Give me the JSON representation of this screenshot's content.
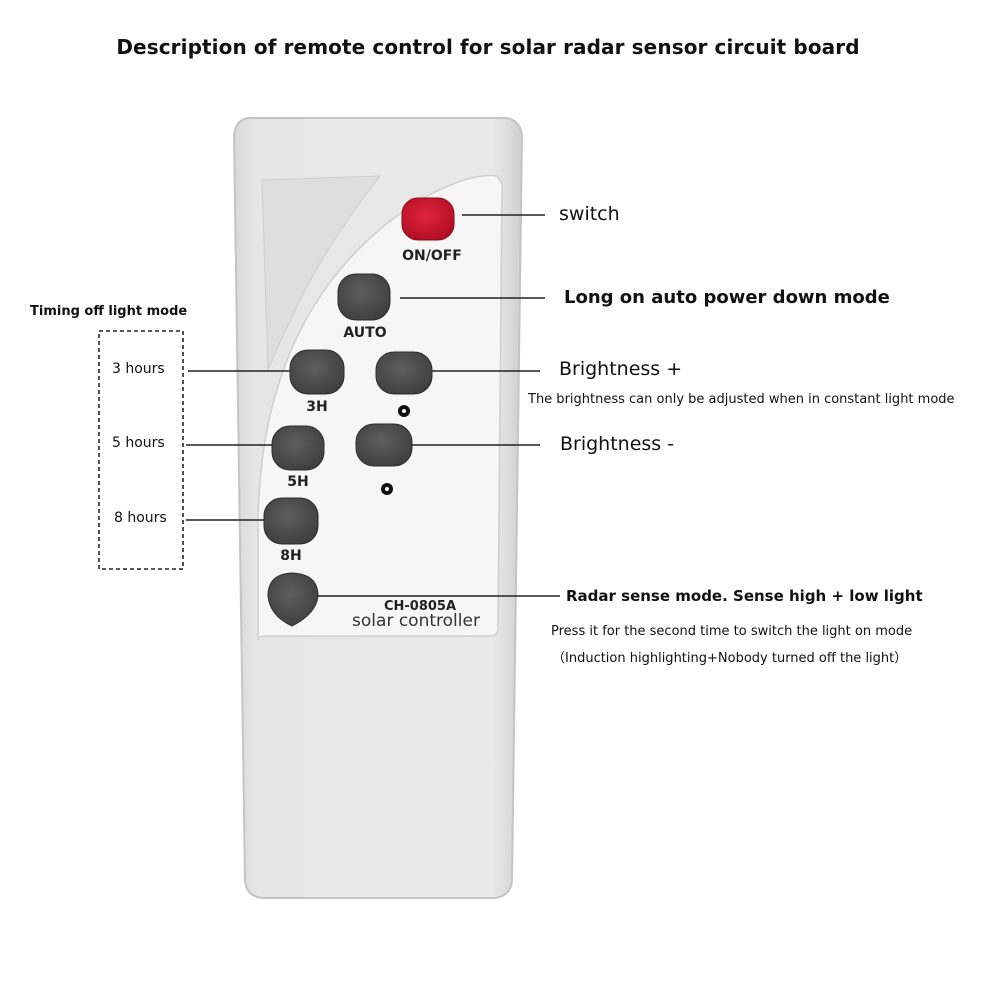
{
  "title": "Description of remote control for solar radar sensor circuit board",
  "remote": {
    "buttons": {
      "onoff": "ON/OFF",
      "auto": "AUTO",
      "h3": "3H",
      "h5": "5H",
      "h8": "8H"
    },
    "model": "CH-0805A",
    "brand": "solar controller"
  },
  "annotations": {
    "switch": "switch",
    "auto_mode": "Long on auto power down mode",
    "timing_title": "Timing off light mode",
    "hours3": "3 hours",
    "hours5": "5 hours",
    "hours8": "8 hours",
    "brightness_plus": "Brightness +",
    "brightness_note": "The brightness can only be adjusted when in constant light mode",
    "brightness_minus": "Brightness -",
    "radar_mode": "Radar sense mode. Sense high + low light",
    "radar_note1": "Press it for the second time to switch the light on mode",
    "radar_note2": "（Induction highlighting+Nobody turned off the light）"
  },
  "colors": {
    "remote_body": "#e4e4e4",
    "face_panel": "#f7f7f7",
    "button_gray": "#4d4d4d",
    "button_red": "#c8102e"
  }
}
